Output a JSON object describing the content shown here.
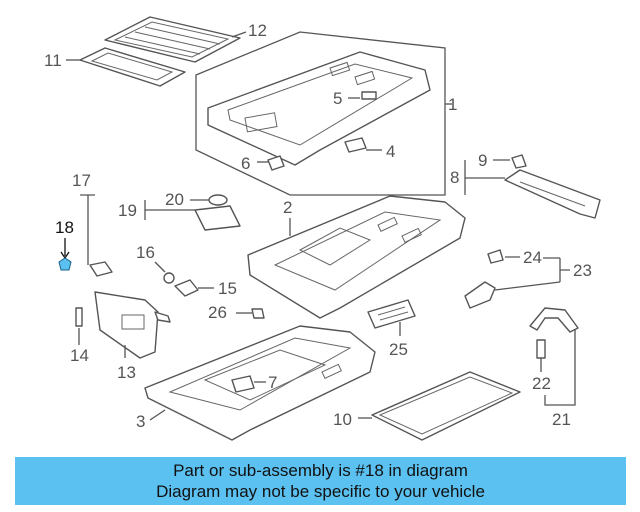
{
  "callouts": {
    "c1": "1",
    "c2": "2",
    "c3": "3",
    "c4": "4",
    "c5": "5",
    "c6": "6",
    "c7": "7",
    "c8": "8",
    "c9": "9",
    "c10": "10",
    "c11": "11",
    "c12": "12",
    "c13": "13",
    "c14": "14",
    "c15": "15",
    "c16": "16",
    "c17": "17",
    "c18": "18",
    "c19": "19",
    "c20": "20",
    "c21": "21",
    "c22": "22",
    "c23": "23",
    "c24": "24",
    "c25": "25",
    "c26": "26"
  },
  "highlighted_part": "18",
  "highlight_color": "#5bc1f1",
  "caption": {
    "line1": "Part or sub-assembly is #18 in diagram",
    "line2": "Diagram may not be specific to your vehicle"
  }
}
